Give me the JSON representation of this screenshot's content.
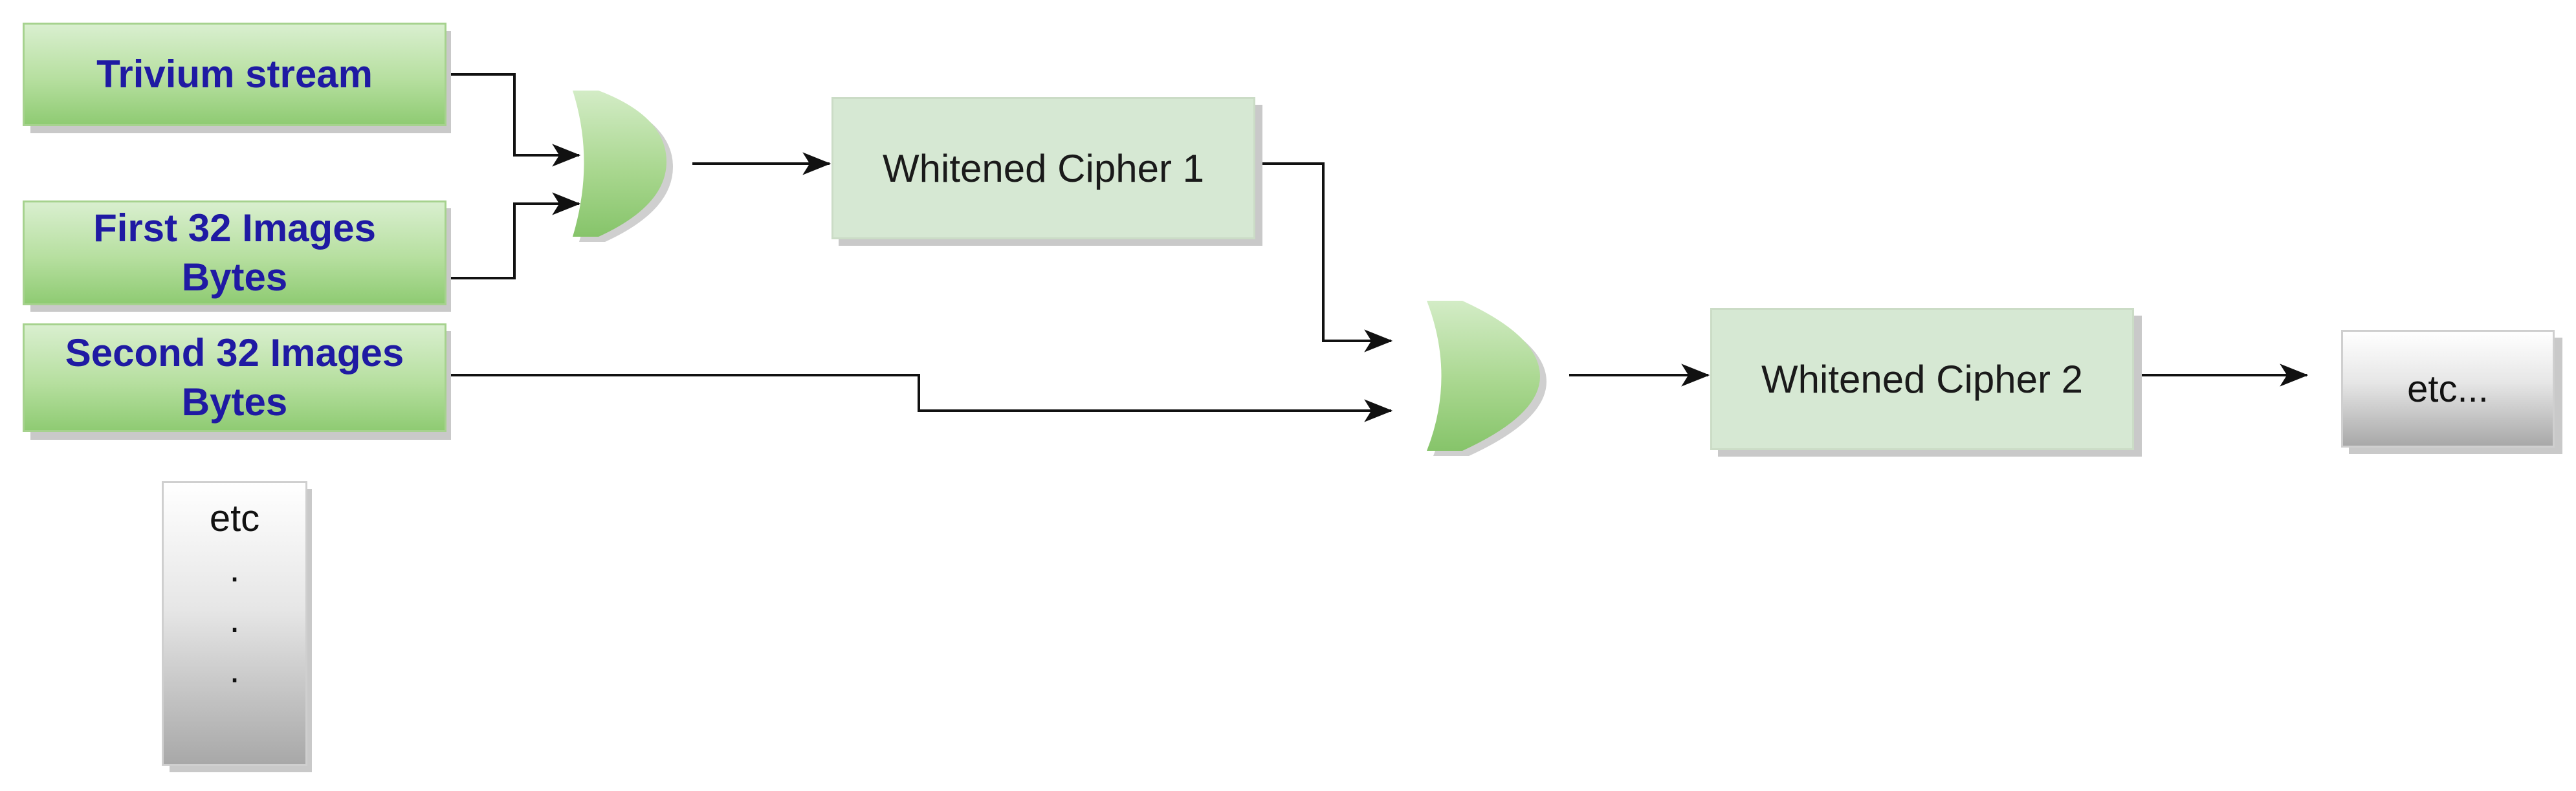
{
  "inputs": {
    "trivium": "Trivium stream",
    "first_bytes": [
      "First 32 Images",
      "Bytes"
    ],
    "second_bytes": [
      "Second 32 Images",
      "Bytes"
    ]
  },
  "ciphers": {
    "cipher1": "Whitened Cipher 1",
    "cipher2": "Whitened Cipher 2"
  },
  "continuation": {
    "vertical": [
      "etc",
      ".",
      ".",
      "."
    ],
    "horizontal": "etc..."
  },
  "colors": {
    "input_text": "#1f1aa3",
    "input_fill": "#b6df9f",
    "cipher_fill": "#d6e8d3",
    "gate_fill": "#a9d78f",
    "wire": "#111111"
  }
}
